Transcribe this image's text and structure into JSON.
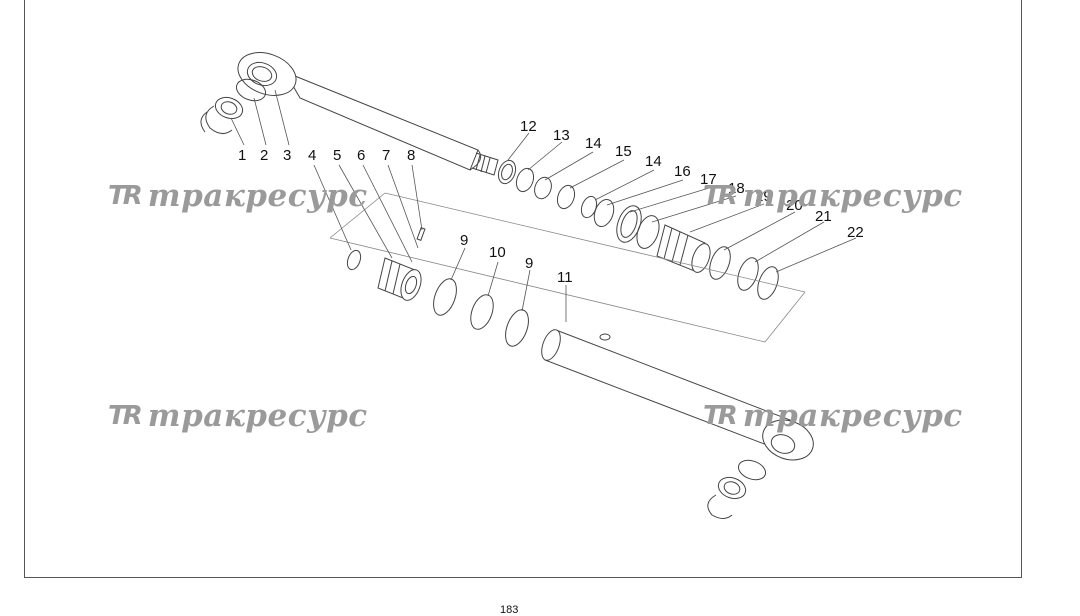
{
  "watermark": {
    "logo": "TR",
    "text": "тракресурс",
    "color": "#9a9a9a"
  },
  "callouts": [
    "1",
    "2",
    "3",
    "4",
    "5",
    "6",
    "7",
    "8",
    "9",
    "10",
    "9",
    "11",
    "12",
    "13",
    "14",
    "15",
    "14",
    "16",
    "17",
    "18",
    "19",
    "20",
    "21",
    "22"
  ],
  "page_number": "183"
}
